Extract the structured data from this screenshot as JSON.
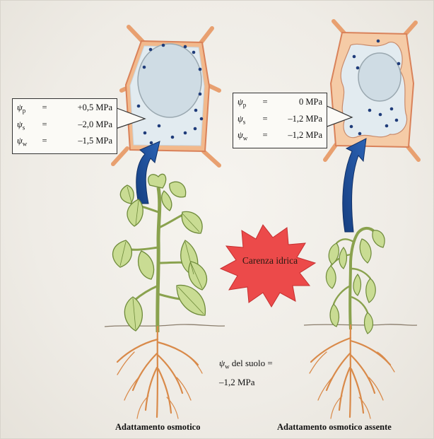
{
  "left_cell": {
    "rows": [
      {
        "symbol": "ψ",
        "subscript": "p",
        "value": "+0,5 MPa"
      },
      {
        "symbol": "ψ",
        "subscript": "s",
        "value": "–2,0 MPa"
      },
      {
        "symbol": "ψ",
        "subscript": "w",
        "value": "–1,5 MPa"
      }
    ]
  },
  "right_cell": {
    "rows": [
      {
        "symbol": "ψ",
        "subscript": "p",
        "value": "0 MPa"
      },
      {
        "symbol": "ψ",
        "subscript": "s",
        "value": "–1,2 MPa"
      },
      {
        "symbol": "ψ",
        "subscript": "w",
        "value": "–1,2 MPa"
      }
    ]
  },
  "stress_label": "Carenza idrica",
  "soil": {
    "symbol": "ψ",
    "subscript": "w",
    "text": "del suolo =",
    "value": "–1,2 MPa"
  },
  "captions": {
    "left": "Adattamento osmotico",
    "right": "Adattamento osmotico assente"
  },
  "colors": {
    "cell_wall": "#f2b98c",
    "cell_wall_outline": "#d9825a",
    "vacuole": "#d9e4ea",
    "vacuole_outline": "#9aa8b0",
    "solute_dot": "#1f3c7a",
    "arrow": "#1d4f9c",
    "plant_leaf": "#c9dc93",
    "plant_leaf_outline": "#6e8a3a",
    "root": "#d98a4a",
    "stress_burst": "#ec4a4a"
  }
}
